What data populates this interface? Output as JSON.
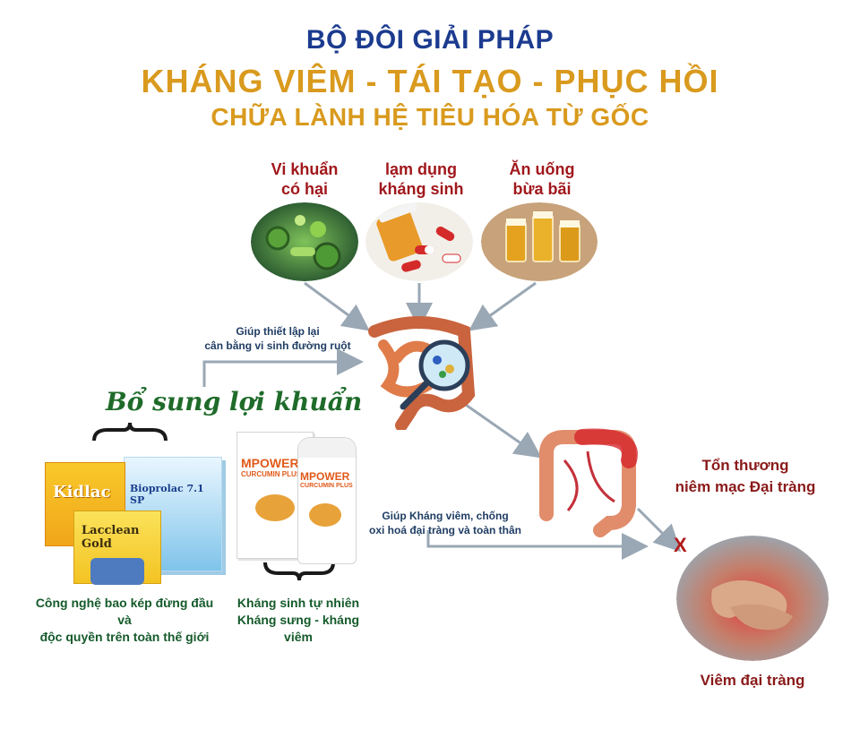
{
  "header": {
    "line1": "BỘ ĐÔI GIẢI PHÁP",
    "line2": "KHÁNG VIÊM - TÁI TẠO - PHỤC HỒI",
    "line3": "CHỮA LÀNH HỆ TIÊU HÓA TỪ GỐC"
  },
  "causes": [
    {
      "line1": "Vi khuẩn",
      "line2": "có hại",
      "icon": "bacteria-icon"
    },
    {
      "line1": "lạm dụng",
      "line2": "kháng sinh",
      "icon": "pills-icon"
    },
    {
      "line1": "Ăn uống",
      "line2": "bừa bãi",
      "icon": "beer-glasses-icon"
    }
  ],
  "probiotic_note": {
    "line1": "Giúp thiết lập lại",
    "line2": "cân bằng vi sinh đường ruột"
  },
  "bo_sung_title": "Bổ sung lợi khuẩn",
  "antiinflammatory_note": {
    "line1": "Giúp Kháng viêm, chống",
    "line2": "oxi hoá đại tràng và toàn thân"
  },
  "probiotic_caption": {
    "line1": "Công nghệ bao kép đừng đầu và",
    "line2": "độc quyền trên toàn thế giới"
  },
  "curcumin_caption": {
    "line1": "Kháng sinh tự nhiên",
    "line2": "Kháng sưng - kháng viêm"
  },
  "damage": {
    "line1": "Tổn thương",
    "line2": "niêm mạc Đại tràng"
  },
  "result_label": "Viêm đại tràng",
  "x_mark": "X",
  "products": {
    "kidlac": "Kidlac",
    "bioprolac": "Bioprolac 7.1 SP",
    "laclean": "Lacclean Gold",
    "mpower_box": "MPOWER",
    "mpower_box_sub": "CURCUMIN PLUS",
    "mpower_bottle": "MPOWER",
    "mpower_bottle_sub": "CURCUMIN PLUS"
  },
  "colors": {
    "navy": "#1b3b8f",
    "gold": "#d99a1e",
    "dark_red": "#a0171c",
    "green": "#1f6b2a",
    "arrow": "#9aa7b4"
  }
}
